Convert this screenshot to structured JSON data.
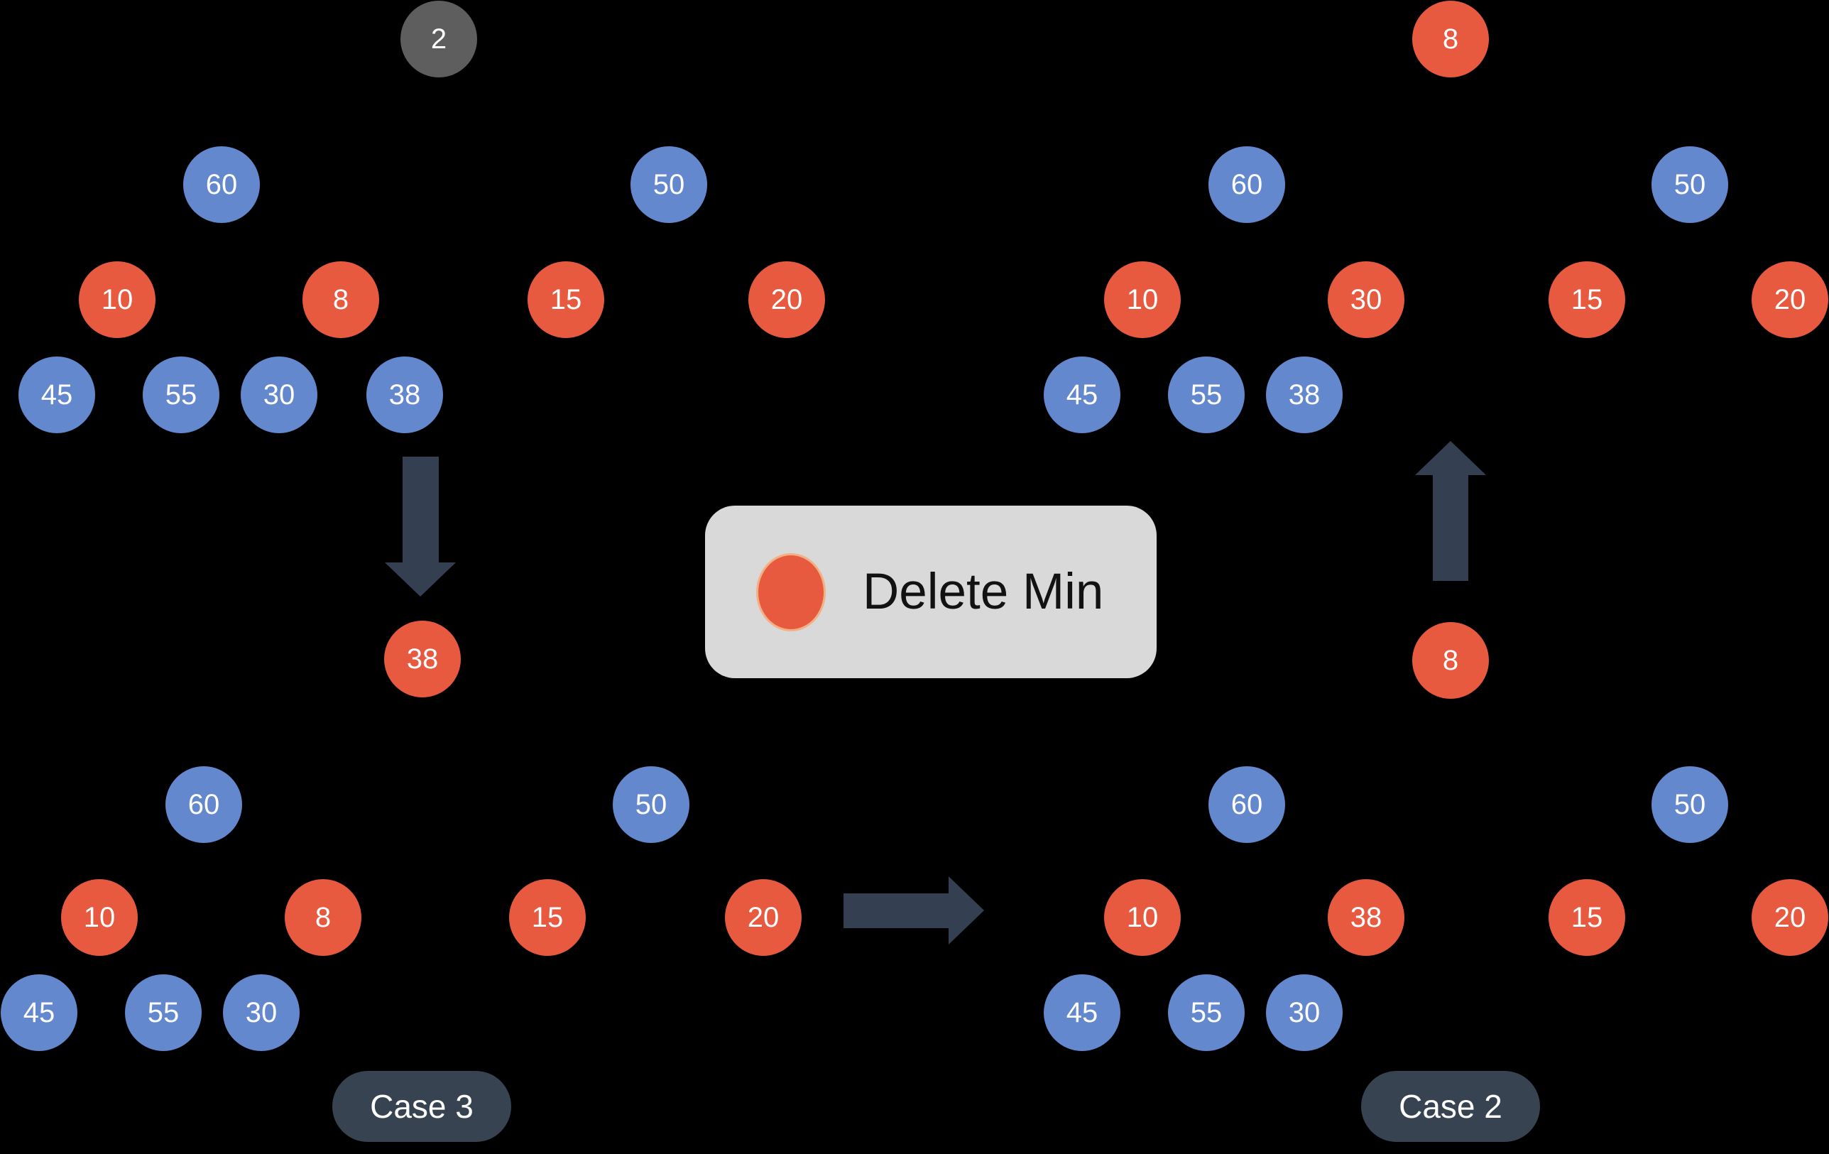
{
  "colors": {
    "background": "#000000",
    "blue": "#6388CE",
    "red": "#E85A40",
    "gray": "#5E5E5E",
    "node_text": "#FFFFFF",
    "arrow": "#344051",
    "badge_bg": "#384351",
    "badge_text": "#FFFFFF",
    "legend_bg": "#D9D9D9",
    "legend_text": "#121212",
    "legend_marker_border": "#F2B084"
  },
  "legend": {
    "label": "Delete Min"
  },
  "badges": {
    "left": "Case 3",
    "right": "Case 2"
  },
  "trees": {
    "top_left": {
      "nodes": [
        {
          "value": "2",
          "color": "gray"
        },
        {
          "value": "60",
          "color": "blue"
        },
        {
          "value": "50",
          "color": "blue"
        },
        {
          "value": "10",
          "color": "red"
        },
        {
          "value": "8",
          "color": "red"
        },
        {
          "value": "15",
          "color": "red"
        },
        {
          "value": "20",
          "color": "red"
        },
        {
          "value": "45",
          "color": "blue"
        },
        {
          "value": "55",
          "color": "blue"
        },
        {
          "value": "30",
          "color": "blue"
        },
        {
          "value": "38",
          "color": "blue"
        }
      ]
    },
    "top_right": {
      "nodes": [
        {
          "value": "8",
          "color": "red"
        },
        {
          "value": "60",
          "color": "blue"
        },
        {
          "value": "50",
          "color": "blue"
        },
        {
          "value": "10",
          "color": "red"
        },
        {
          "value": "30",
          "color": "red"
        },
        {
          "value": "15",
          "color": "red"
        },
        {
          "value": "20",
          "color": "red"
        },
        {
          "value": "45",
          "color": "blue"
        },
        {
          "value": "55",
          "color": "blue"
        },
        {
          "value": "38",
          "color": "blue"
        }
      ]
    },
    "bottom_left": {
      "nodes": [
        {
          "value": "60",
          "color": "blue"
        },
        {
          "value": "50",
          "color": "blue"
        },
        {
          "value": "10",
          "color": "red"
        },
        {
          "value": "8",
          "color": "red"
        },
        {
          "value": "15",
          "color": "red"
        },
        {
          "value": "20",
          "color": "red"
        },
        {
          "value": "45",
          "color": "blue"
        },
        {
          "value": "55",
          "color": "blue"
        },
        {
          "value": "30",
          "color": "blue"
        }
      ]
    },
    "bottom_right": {
      "nodes": [
        {
          "value": "60",
          "color": "blue"
        },
        {
          "value": "50",
          "color": "blue"
        },
        {
          "value": "10",
          "color": "red"
        },
        {
          "value": "38",
          "color": "red"
        },
        {
          "value": "15",
          "color": "red"
        },
        {
          "value": "20",
          "color": "red"
        },
        {
          "value": "45",
          "color": "blue"
        },
        {
          "value": "55",
          "color": "blue"
        },
        {
          "value": "30",
          "color": "blue"
        }
      ]
    },
    "detached": {
      "nodes": [
        {
          "value": "38",
          "color": "red"
        },
        {
          "value": "8",
          "color": "red"
        }
      ]
    }
  }
}
